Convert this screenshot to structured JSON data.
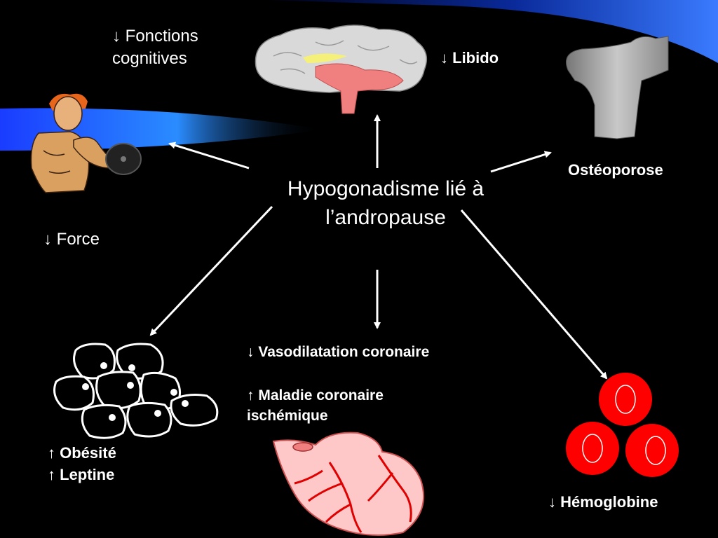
{
  "center": {
    "line1": "Hypogonadisme lié à",
    "line2": "l’andropause"
  },
  "labels": {
    "cognitive": {
      "arrow": "↓",
      "line1": "Fonctions",
      "line2": "cognitives"
    },
    "libido": {
      "arrow": "↓",
      "text": "Libido"
    },
    "osteoporose": {
      "text": "Ostéoporose"
    },
    "force": {
      "arrow": "↓",
      "text": "Force"
    },
    "vasodilatation": {
      "arrow": "↓",
      "text": "Vasodilatation coronaire"
    },
    "maladie": {
      "arrow": "↑",
      "line1": "Maladie coronaire",
      "line2": "ischémique"
    },
    "obesite": {
      "arrow": "↑",
      "text": "Obésité"
    },
    "leptine": {
      "arrow": "↑",
      "text": "Leptine"
    },
    "hemoglobine": {
      "arrow": "↓",
      "text": "Hémoglobine"
    }
  },
  "colors": {
    "background": "#000000",
    "accent_blue": "#1e5bff",
    "red_cell": "#ff0000",
    "brain_pink": "#f08080",
    "heart_vessel": "#e00000"
  },
  "icons": {
    "brain": "brain-illustration",
    "bone": "femur-bone-illustration",
    "athlete": "weightlifter-illustration",
    "fat": "adipose-cells-illustration",
    "heart": "heart-illustration",
    "blood": "red-blood-cells-illustration"
  }
}
